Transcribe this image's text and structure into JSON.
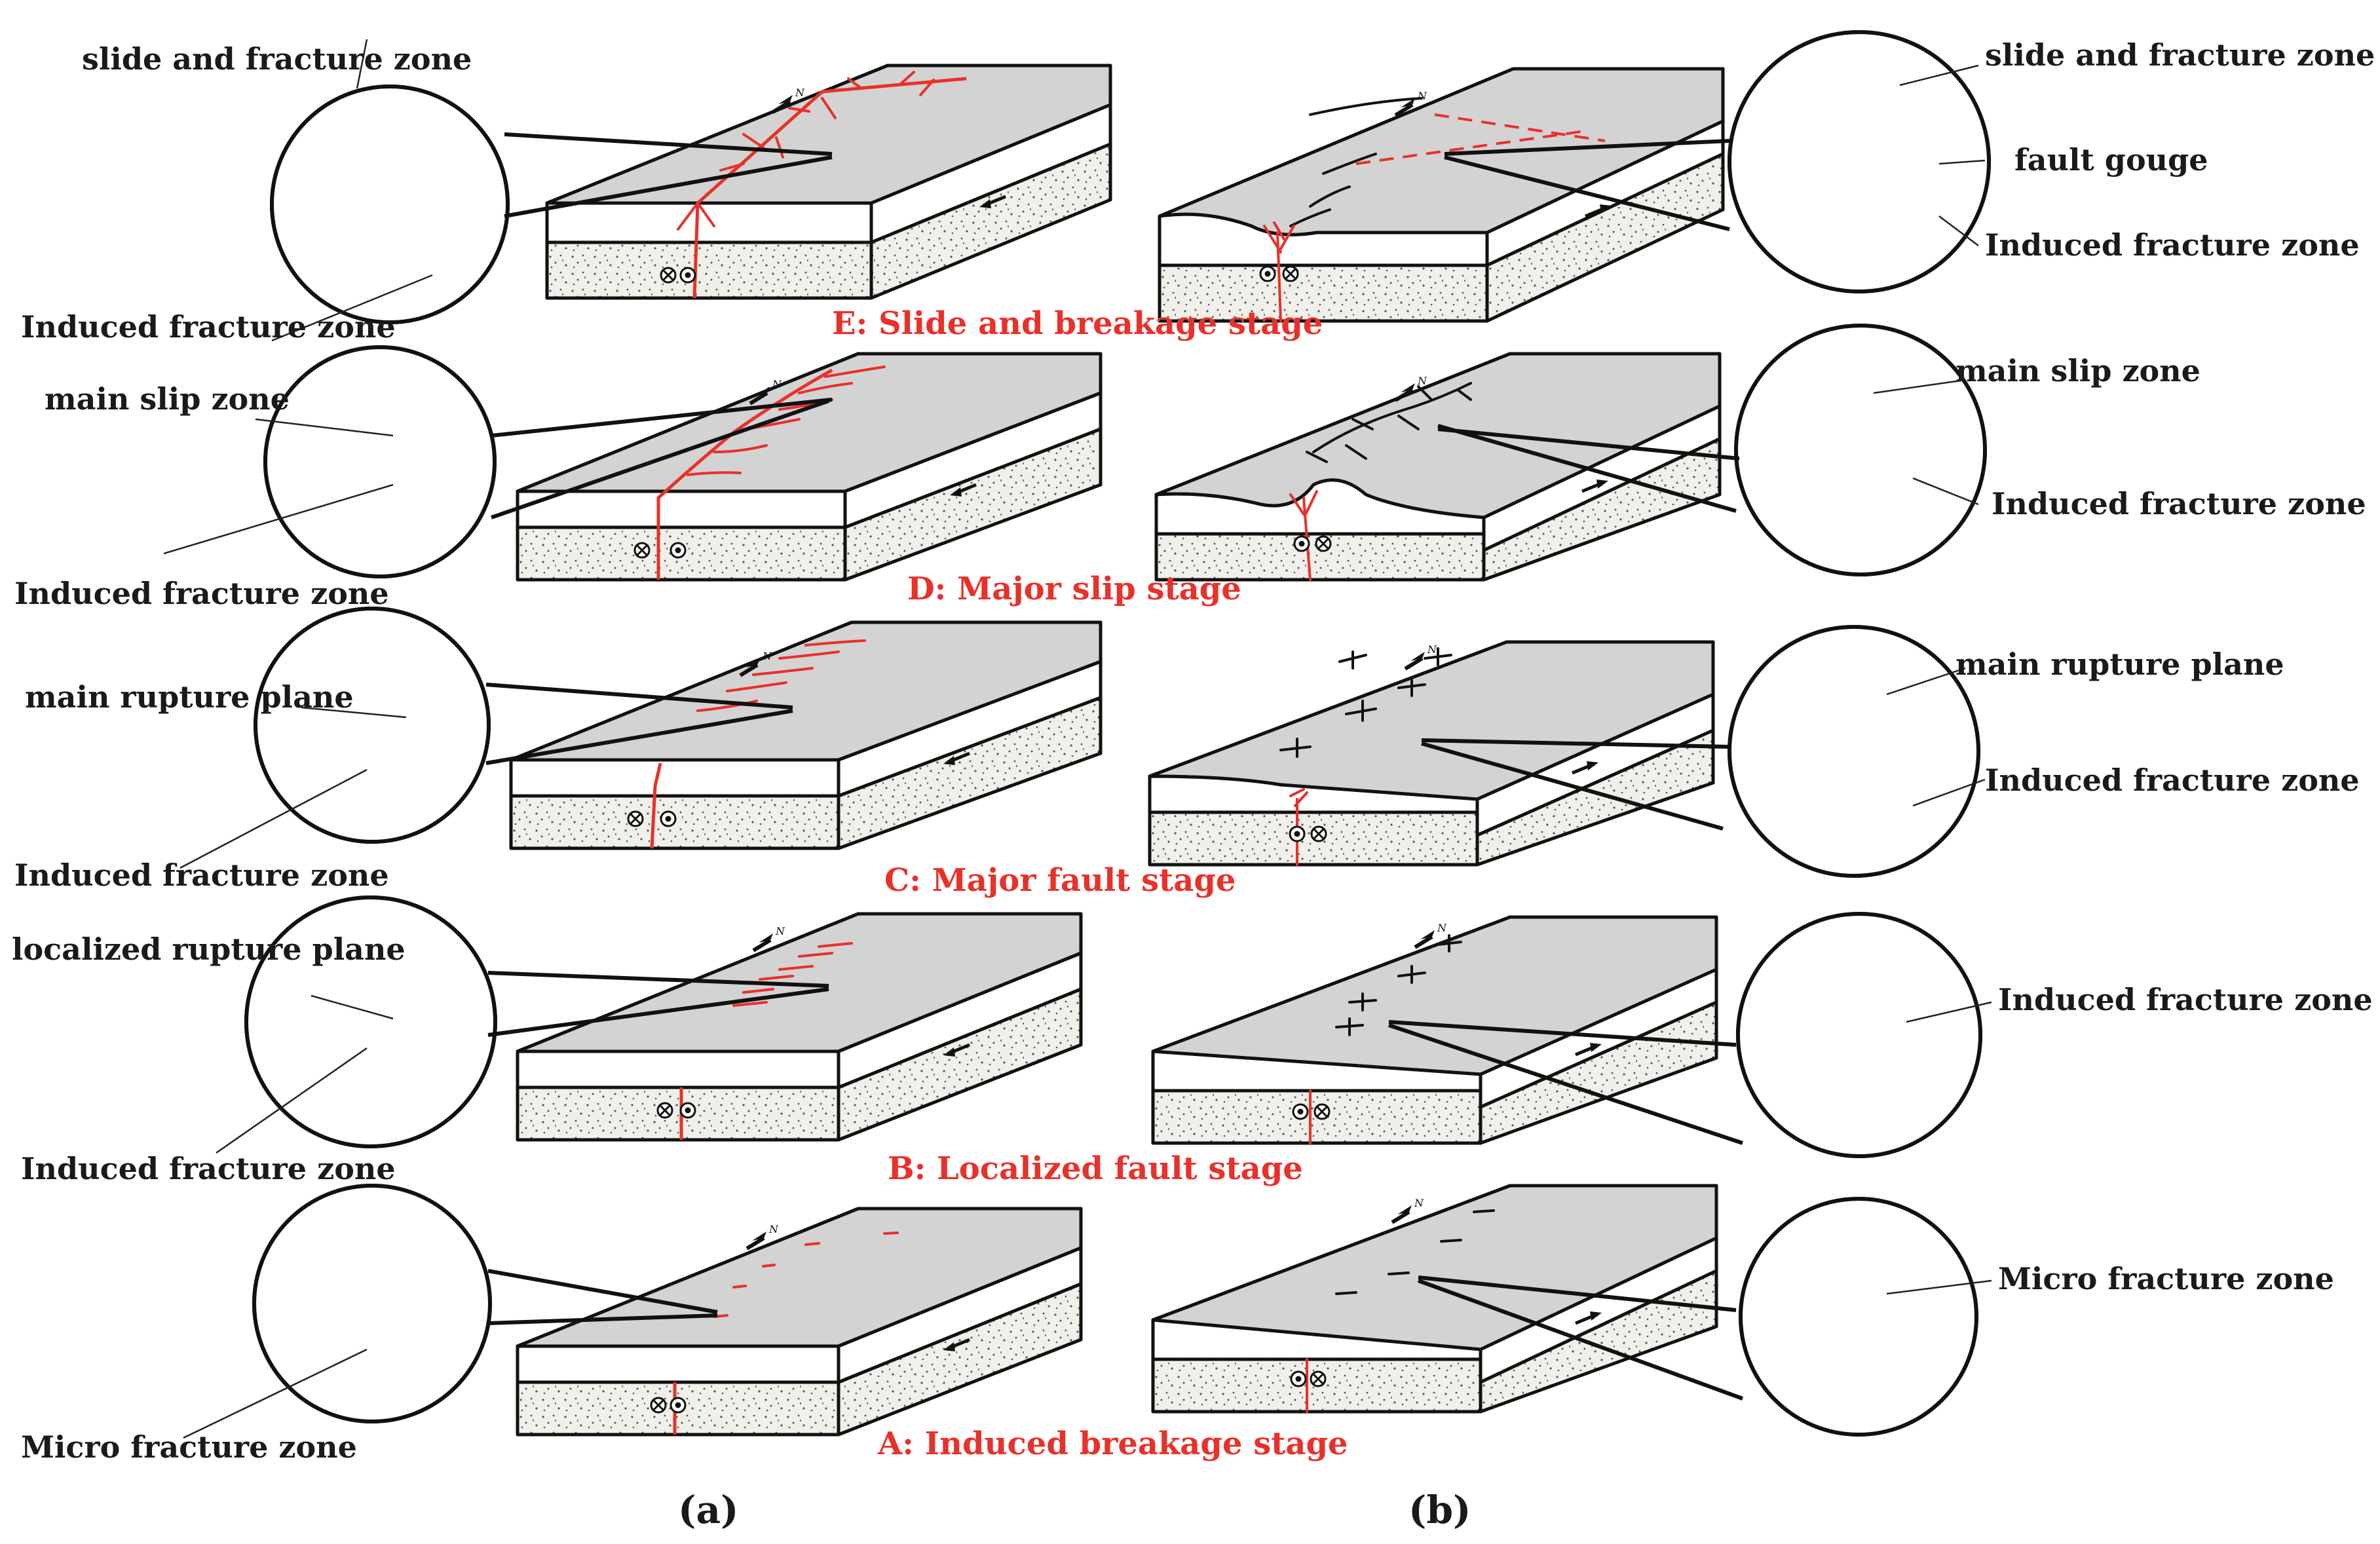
{
  "panels": {
    "a": {
      "label": "(a)"
    },
    "b": {
      "label": "(b)"
    }
  },
  "stages": {
    "E": "E: Slide and breakage stage",
    "D": "D: Major slip stage",
    "C": "C: Major fault stage",
    "B": "B: Localized fault stage",
    "A": "A: Induced breakage stage"
  },
  "labels_a": {
    "E_top": "slide  and fracture  zone",
    "E_bottom": "Induced fracture zone",
    "D_top": "main slip zone",
    "D_bottom": "Induced fracture zone",
    "C_top": "main rupture plane",
    "C_bottom": "Induced fracture zone",
    "B_top": "localized rupture plane",
    "B_bottom": "Induced fracture zone",
    "A_bottom": "Micro fracture zone"
  },
  "labels_b": {
    "E_top": "slide  and fracture  zone",
    "E_mid": "fault gouge",
    "E_bottom": "Induced fracture zone",
    "D_top": "main slip zone",
    "D_bottom": "Induced fracture zone",
    "C_top": "main rupture plane",
    "C_bottom": "Induced fracture zone",
    "B_bottom": "Induced fracture zone",
    "A_bottom": "Micro fracture zone"
  },
  "colors": {
    "accent_red": "#e8312a",
    "slab_top": "#d3d3d3",
    "bar_gray": "#b9b9b9",
    "ink": "#111111"
  },
  "icons": [
    "north-arrow-icon",
    "slip-arrow-icon",
    "cross-symbol-icon",
    "dot-symbol-icon"
  ]
}
